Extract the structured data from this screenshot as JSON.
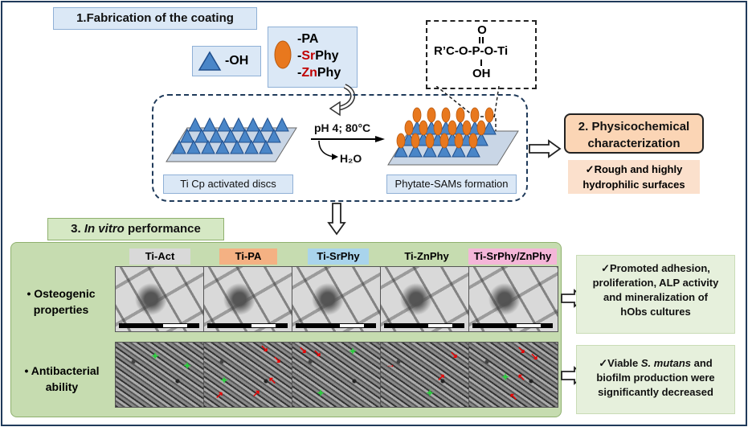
{
  "section1": {
    "title": "1.Fabrication of the coating"
  },
  "legend": {
    "oh_label": "-OH",
    "pa_label": "-PA",
    "sr_part": "Sr",
    "phy1": "Phy",
    "zn_part": "Zn",
    "phy2": "Phy",
    "dash": "-"
  },
  "chem": {
    "line_top": "O",
    "line_mid": "R’C-O-P-O-Ti",
    "line_bot": "OH"
  },
  "reaction": {
    "condition": "pH 4; 80°C",
    "byproduct": "H₂O",
    "left_caption": "Ti Cp activated discs",
    "right_caption": "Phytate-SAMs formation"
  },
  "section2": {
    "title_line1": "2. Physicochemical",
    "title_line2": "characterization",
    "result_line1": "✓Rough and highly",
    "result_line2": "hydrophilic surfaces"
  },
  "section3": {
    "title_num": "3. ",
    "title_italic": "In vitro",
    "title_rest": " performance",
    "samples": [
      "Ti-Act",
      "Ti-PA",
      "Ti-SrPhy",
      "Ti-ZnPhy",
      "Ti-SrPhy/ZnPhy"
    ],
    "row1_line1": "• Osteogenic",
    "row1_line2": "properties",
    "row2_line1": "• Antibacterial",
    "row2_line2": "ability",
    "result1": [
      "✓Promoted adhesion,",
      "proliferation, ALP activity",
      "and mineralization of",
      "hObs cultures"
    ],
    "result2_prefix": "✓Viable ",
    "result2_italic": "S. mutans",
    "result2_suffix": " and",
    "result2_lines": [
      "biofilm production were",
      "significantly decreased"
    ]
  },
  "colors": {
    "triangle_blue": "#4a86c8",
    "triangle_dark": "#1f4e8c",
    "oval_orange": "#e8781e",
    "sr_red": "#c00000",
    "tag_ti_act": "#d9d9d9",
    "tag_ti_pa": "#f4b183",
    "tag_ti_srphy": "#a9d4ec",
    "tag_ti_znphy": "#ffffff",
    "tag_ti_srzn": "#f4b6d8"
  }
}
